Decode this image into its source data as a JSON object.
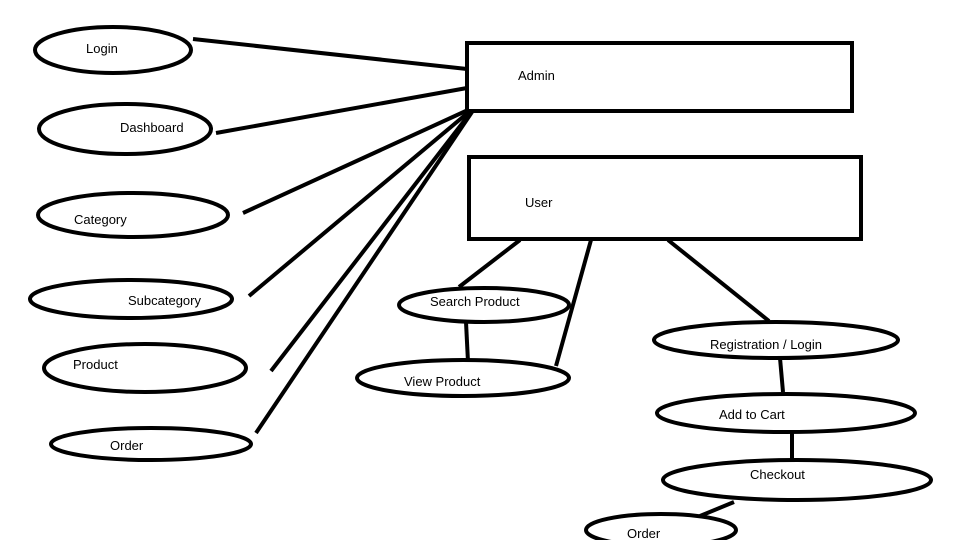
{
  "diagram": {
    "nodes": {
      "admin": "Admin",
      "user": "User",
      "login": "Login",
      "dashboard": "Dashboard",
      "category": "Category",
      "subcategory": "Subcategory",
      "product": "Product",
      "admin_order": "Order",
      "search_product": "Search Product",
      "view_product": "View Product",
      "registration_login": "Registration / Login",
      "add_to_cart": "Add to Cart",
      "checkout": "Checkout",
      "user_order": "Order"
    },
    "colors": {
      "stroke": "#000000",
      "fill": "#ffffff",
      "text": "#000000"
    }
  }
}
